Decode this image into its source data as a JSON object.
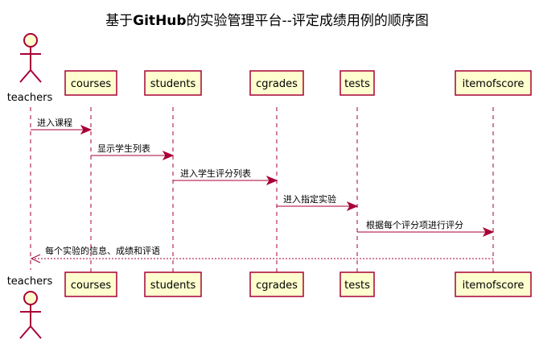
{
  "diagram": {
    "title_parts": [
      "基于",
      "GitHub",
      "的实验管理平台--评定成绩用例的顺序图"
    ],
    "actor": {
      "name": "teachers"
    },
    "participants": [
      {
        "name": "courses"
      },
      {
        "name": "students"
      },
      {
        "name": "cgrades"
      },
      {
        "name": "tests"
      },
      {
        "name": "itemofscore"
      }
    ],
    "messages": [
      {
        "from": "teachers",
        "to": "courses",
        "label": "进入课程",
        "kind": "sync"
      },
      {
        "from": "courses",
        "to": "students",
        "label": "显示学生列表",
        "kind": "sync"
      },
      {
        "from": "students",
        "to": "cgrades",
        "label": "进入学生评分列表",
        "kind": "sync"
      },
      {
        "from": "cgrades",
        "to": "tests",
        "label": "进入指定实验",
        "kind": "sync"
      },
      {
        "from": "tests",
        "to": "itemofscore",
        "label": "根据每个评分项进行评分",
        "kind": "sync"
      },
      {
        "from": "itemofscore",
        "to": "teachers",
        "label": "每个实验的信息、成绩和评语",
        "kind": "return"
      }
    ],
    "colors": {
      "line": "#A80036",
      "box_fill": "#FEFECE"
    }
  }
}
